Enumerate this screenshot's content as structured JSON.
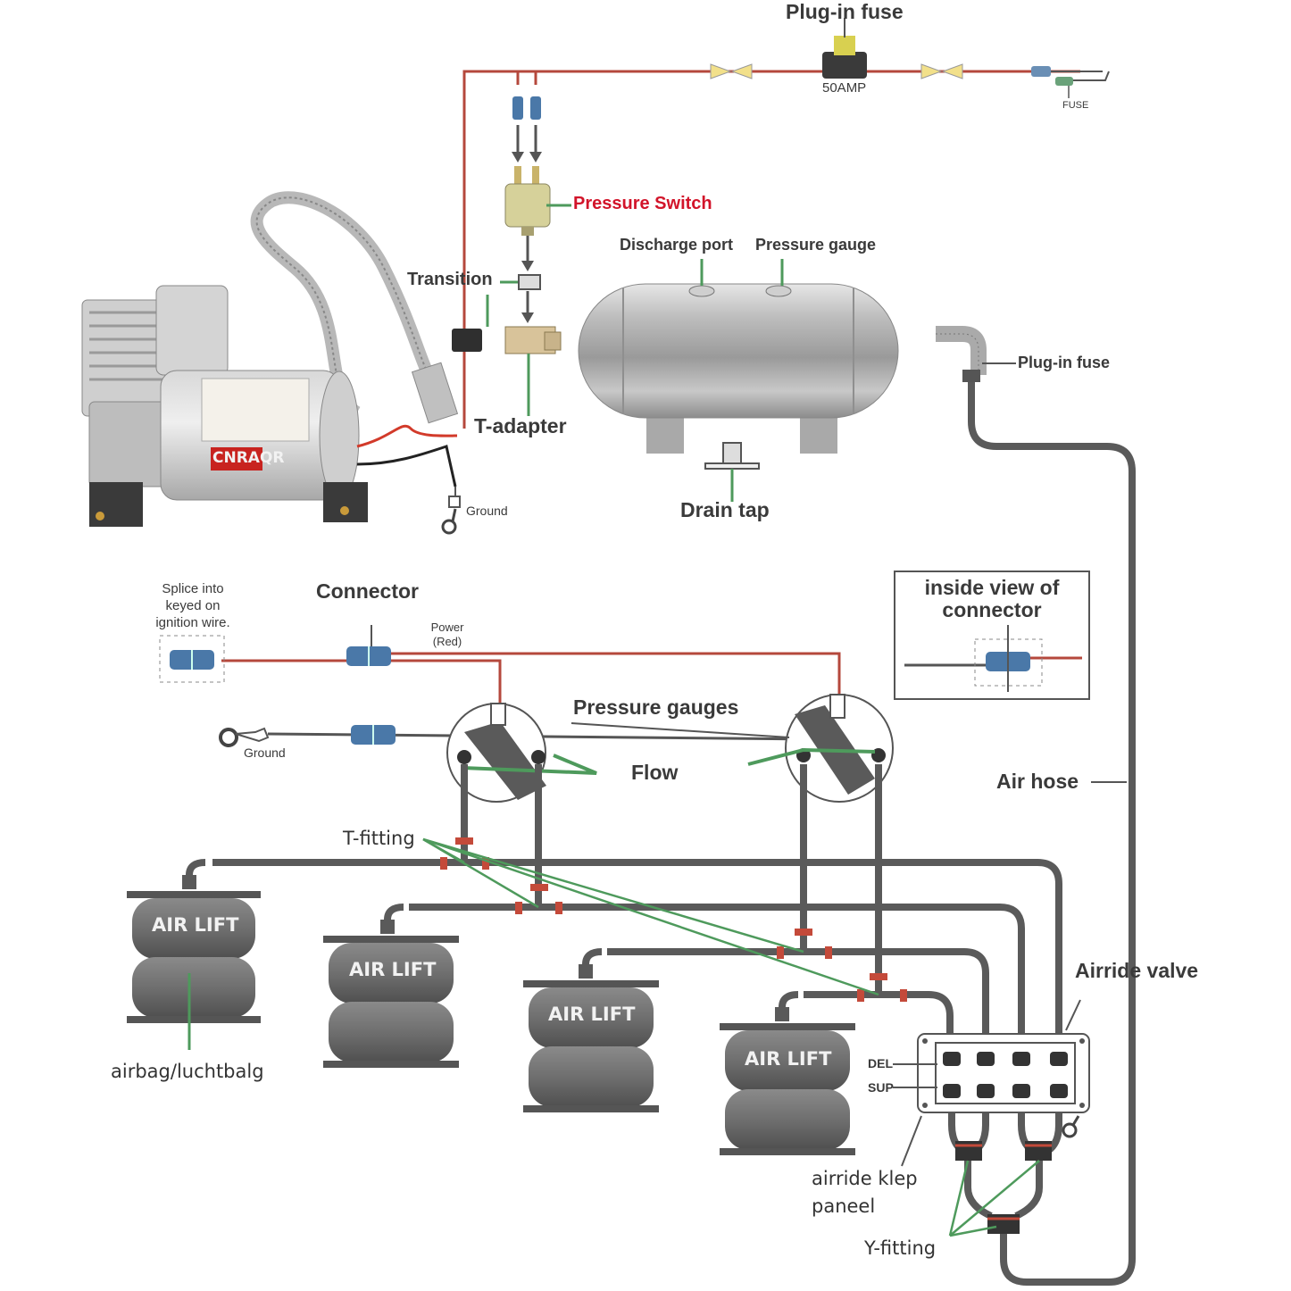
{
  "labels": {
    "plug_in_fuse_top": "Plug-in fuse",
    "amp_rating": "50AMP",
    "fuse_small": "FUSE",
    "pressure_switch": "Pressure Switch",
    "discharge_port": "Discharge port",
    "pressure_gauge": "Pressure gauge",
    "transition": "Transition",
    "plug_in_fuse_right": "Plug-in fuse",
    "t_adapter": "T-adapter",
    "ground_top": "Ground",
    "drain_tap": "Drain tap",
    "compressor_brand": "CNRAQR",
    "splice_note": "Splice into\nkeyed on\nignition wire.",
    "connector": "Connector",
    "power_red": "Power\n(Red)",
    "inside_view": "inside view of\nconnector",
    "pressure_gauges": "Pressure gauges",
    "flow": "Flow",
    "ground_bottom": "Ground",
    "air_hose": "Air hose",
    "t_fitting": "T-fitting",
    "airbag_brand": "AIR LIFT",
    "airbag": "airbag/luchtbalg",
    "airride_valve": "Airride valve",
    "del": "DEL",
    "sup": "SUP",
    "valve_panel": "airride klep\npaneel",
    "y_fitting": "Y-fitting"
  },
  "colors": {
    "wire_red": "#b5483c",
    "hose_grey": "#5a5a5a",
    "leader_green": "#4e9a5c",
    "label_red": "#d2142a",
    "connector_blue": "#4a78a8"
  }
}
